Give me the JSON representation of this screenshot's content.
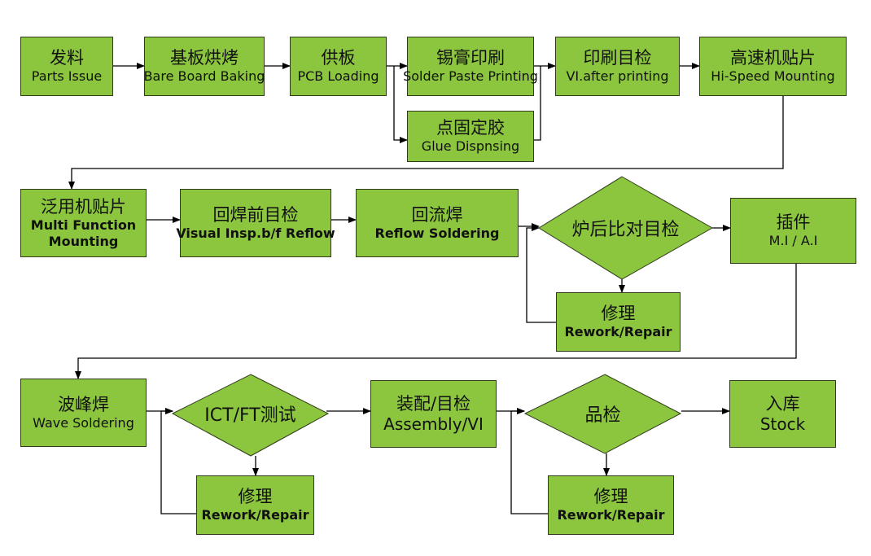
{
  "colors": {
    "fill": "#8cc63f",
    "stroke": "#2f3b1a",
    "line": "#000000"
  },
  "nodes": {
    "parts_issue": {
      "cn": "发料",
      "en": "Parts Issue"
    },
    "board_baking": {
      "cn": "基板烘烤",
      "en": "Bare Board Baking"
    },
    "pcb_loading": {
      "cn": "供板",
      "en": "PCB Loading"
    },
    "solder_paste": {
      "cn": "锡膏印刷",
      "en": "Solder Paste Printing"
    },
    "glue": {
      "cn": "点固定胶",
      "en": "Glue Dispnsing"
    },
    "vi_after": {
      "cn": "印刷目检",
      "en": "VI.after printing"
    },
    "hi_speed": {
      "cn": "高速机贴片",
      "en": "Hi-Speed Mounting"
    },
    "multi_function": {
      "cn": "泛用机贴片",
      "en1": "Multi Function",
      "en2": "Mounting"
    },
    "visual_insp": {
      "cn": "回焊前目检",
      "en": "Visual Insp.b/f Reflow"
    },
    "reflow": {
      "cn": "回流焊",
      "en": "Reflow  Soldering"
    },
    "compare_check": {
      "cn": "炉后比对目检"
    },
    "rework1": {
      "cn": "修理",
      "en": "Rework/Repair"
    },
    "insertion": {
      "cn": "插件",
      "en": "M.I / A.I"
    },
    "wave": {
      "cn": "波峰焊",
      "en": "Wave Soldering"
    },
    "ict": {
      "cn": "ICT/FT测试"
    },
    "rework2": {
      "cn": "修理",
      "en": "Rework/Repair"
    },
    "assembly": {
      "cn": "装配/目检",
      "en": "Assembly/VI"
    },
    "quality": {
      "cn": "品检"
    },
    "rework3": {
      "cn": "修理",
      "en": "Rework/Repair"
    },
    "stock": {
      "cn": "入库",
      "en": "Stock"
    }
  }
}
